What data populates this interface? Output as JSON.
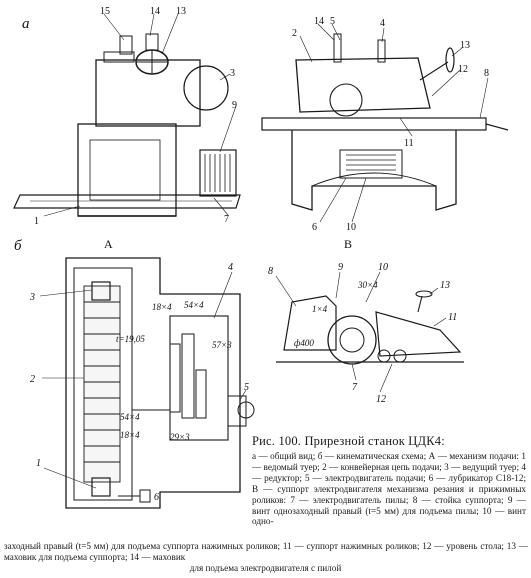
{
  "panels": {
    "a": "а",
    "b": "б",
    "v": "В",
    "A": "А"
  },
  "callouts_a": [
    "15",
    "14",
    "13",
    "3",
    "9",
    "1",
    "7"
  ],
  "callouts_b": [
    "2",
    "14",
    "5",
    "4",
    "13",
    "12",
    "8",
    "11",
    "6",
    "10"
  ],
  "callouts_A": [
    "3",
    "2",
    "4",
    "1",
    "5",
    "6"
  ],
  "dims_A": [
    "18×4",
    "54×4",
    "57×3",
    "54×4",
    "18×4",
    "29×3",
    "t=19,05"
  ],
  "callouts_V": [
    "8",
    "9",
    "10",
    "13",
    "11",
    "7",
    "12"
  ],
  "dims_V": [
    "30×4",
    "1×4",
    "ф400"
  ],
  "caption": {
    "title": "Рис. 100. Прирезной станок ЦДК4:",
    "body": "а — общий вид; б — кинематическая схема; А — механизм подачи: 1 — ведомый туер; 2 — конвейерная цепь подачи; 3 — ведущий туер; 4 — редуктор; 5 — электродвигатель подачи; 6 — лубрикатор С18-12; В — суппорт электродвигателя механизма резания и прижимных роликов: 7 — электродвигатель пилы; 8 — стойка суппорта; 9 — винт однозаходный правый (t=5 мм) для подъема пилы; 10 — винт одно-",
    "cont": "заходный правый (t=5 мм) для подъема суппорта нажимных роликов; 11 — суппорт нажимных роликов; 12 — уровень стола; 13 — маховик для подъема суппорта; 14 — маховик",
    "last": "для подъема электродвигателя с пилой"
  }
}
